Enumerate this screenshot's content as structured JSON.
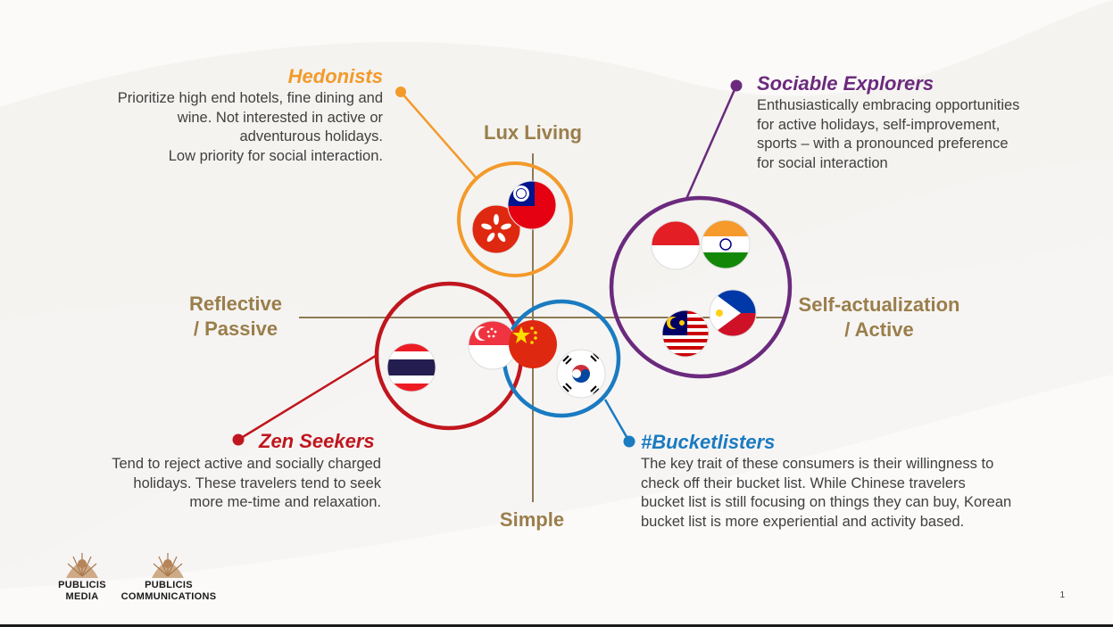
{
  "axes": {
    "top": "Lux Living",
    "bottom": "Simple",
    "left": [
      "Reflective",
      "/ Passive"
    ],
    "right": [
      "Self-actualization",
      "/ Active"
    ]
  },
  "segments": {
    "hedonists": {
      "title": "Hedonists",
      "color": "#f39a2a",
      "lines": [
        "Prioritize high end hotels, fine dining and",
        "wine. Not interested in active or",
        "adventurous holidays.",
        "Low priority for social interaction."
      ],
      "flags": [
        "hong-kong-flag-icon",
        "taiwan-flag-icon"
      ]
    },
    "sociable_explorers": {
      "title": "Sociable Explorers",
      "color": "#6b2a7d",
      "lines": [
        "Enthusiastically embracing opportunities",
        "for active holidays, self-improvement,",
        "sports – with a pronounced preference",
        "for social interaction"
      ],
      "flags": [
        "indonesia-flag-icon",
        "india-flag-icon",
        "philippines-flag-icon",
        "malaysia-flag-icon"
      ]
    },
    "zen_seekers": {
      "title": "Zen Seekers",
      "color": "#c0161e",
      "lines": [
        "Tend to reject active and socially charged",
        "holidays. These travelers tend to seek",
        "more me-time and relaxation."
      ],
      "flags": [
        "thailand-flag-icon",
        "singapore-flag-icon"
      ]
    },
    "bucketlisters": {
      "title": "#Bucketlisters",
      "color": "#1a7bc1",
      "lines": [
        "The key trait of these consumers is their willingness to",
        "check off their bucket list. While Chinese travelers",
        "bucket list is still focusing on things they can buy, Korean",
        "bucket list is more experiential and activity based."
      ],
      "flags": [
        "china-flag-icon",
        "south-korea-flag-icon"
      ]
    }
  },
  "logos": {
    "left": [
      "PUBLICIS",
      "MEDIA"
    ],
    "right": [
      "PUBLICIS",
      "COMMUNICATIONS"
    ]
  },
  "page_number": "1",
  "colors": {
    "axis_text": "#9a7e4b",
    "axis_line": "#8c7a55",
    "body_text": "#404040"
  }
}
